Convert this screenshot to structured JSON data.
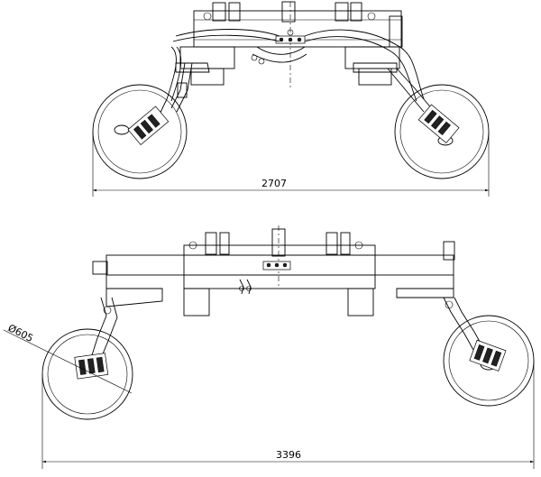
{
  "top_view": {
    "width_label": "2707"
  },
  "bottom_view": {
    "width_label": "3396",
    "wheel_diameter_label": "Ø605"
  }
}
